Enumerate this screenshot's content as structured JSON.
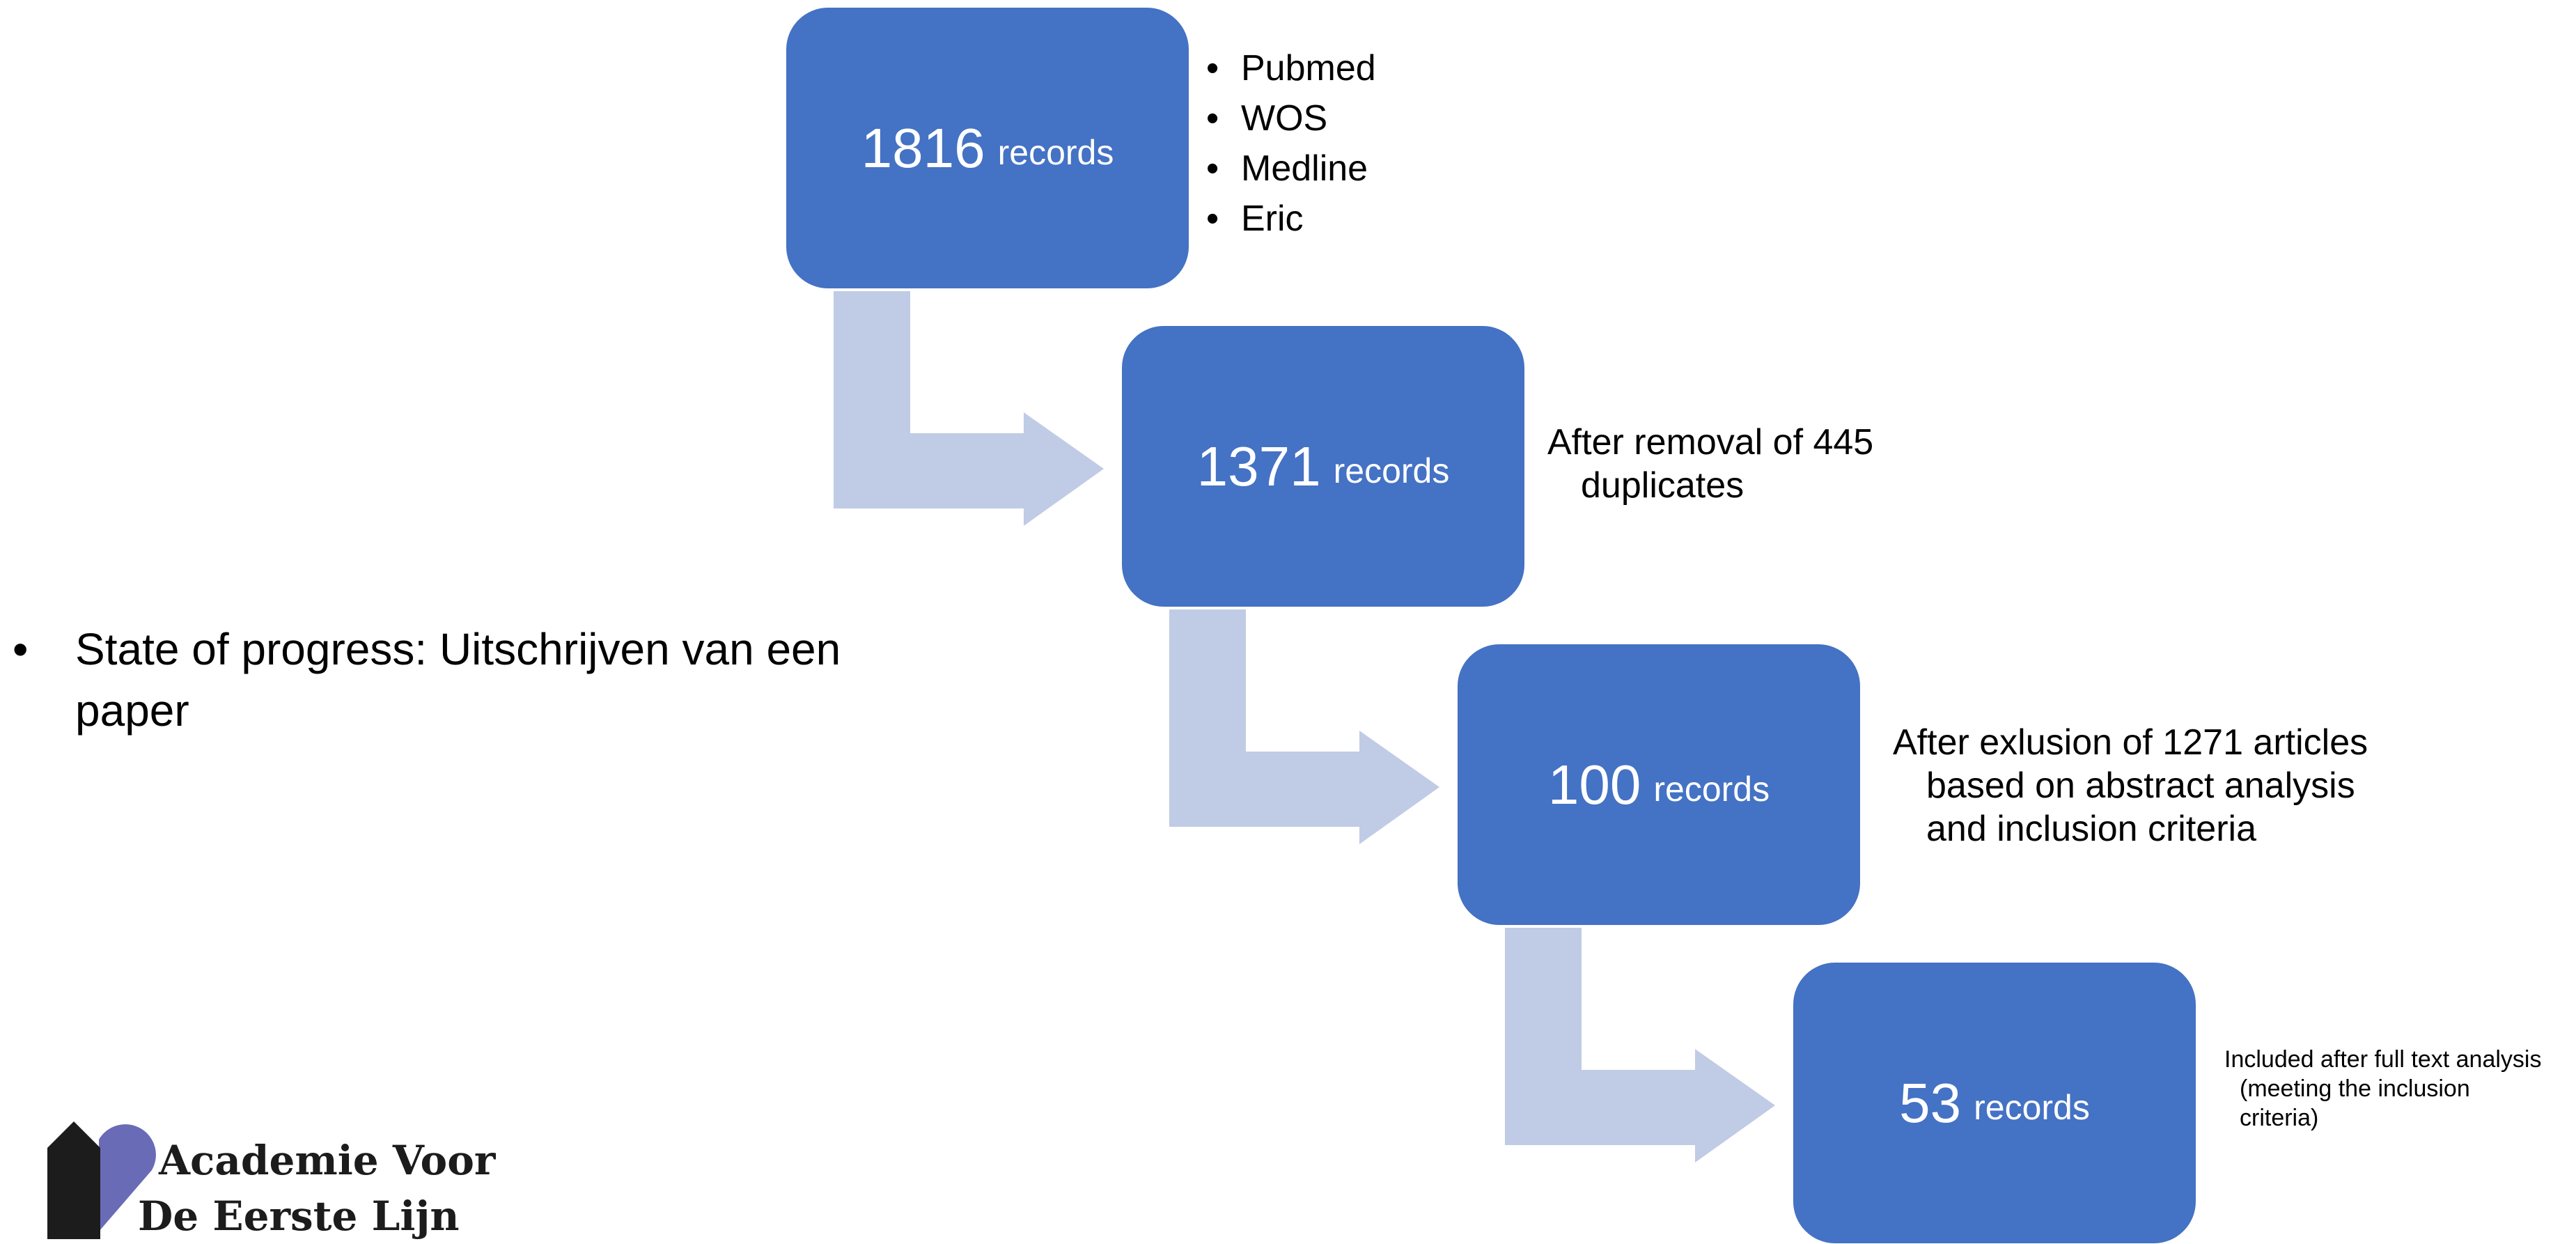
{
  "colors": {
    "box": "#4472c4",
    "arrow": "#c0cbe5",
    "logo_dark": "#1c1c1c",
    "logo_accent": "#6a6bb6"
  },
  "flow": [
    {
      "count": "1816",
      "unit": "records",
      "sources": [
        "Pubmed",
        "WOS",
        "Medline",
        "Eric"
      ]
    },
    {
      "count": "1371",
      "unit": "records",
      "note": [
        "After removal of 445",
        "duplicates"
      ]
    },
    {
      "count": "100",
      "unit": "records",
      "note": [
        "After exlusion of 1271 articles",
        "based on abstract analysis",
        "and inclusion criteria"
      ]
    },
    {
      "count": "53",
      "unit": "records",
      "note": [
        "Included after full text analysis",
        "(meeting the inclusion",
        "criteria)"
      ]
    }
  ],
  "bullet_glyph": "•",
  "progress": [
    "State of progress: Uitschrijven van een",
    "paper"
  ],
  "logo": {
    "line1": "Academie Voor",
    "line2": "De Eerste Lijn"
  }
}
